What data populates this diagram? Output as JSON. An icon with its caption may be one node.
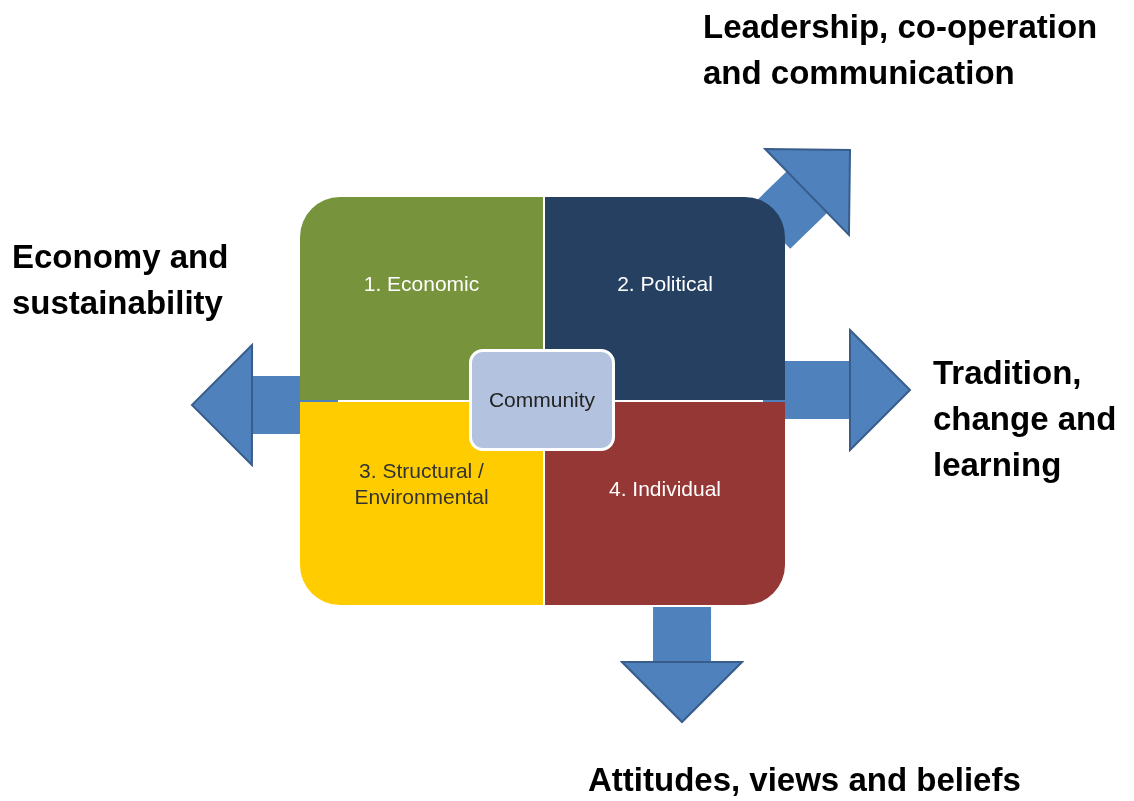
{
  "diagram": {
    "nodes": [
      {
        "text": [
          "1. Economic"
        ]
      },
      {
        "text": [
          "2. Political"
        ]
      },
      {
        "text": [
          "3. Structural / Environmental"
        ]
      },
      {
        "text": [
          "4. Individual"
        ]
      },
      {
        "text": [
          "Community"
        ]
      },
      {
        "text": [
          "Economy and sustainability"
        ]
      },
      {
        "text": [
          "Leadership, co-operation and communication"
        ]
      },
      {
        "text": [
          "Tradition, change and learning"
        ]
      },
      {
        "text": [
          "Attitudes, views and beliefs"
        ]
      }
    ],
    "edges": [
      {
        "from": 2,
        "to": 5,
        "arrow": "to"
      },
      {
        "from": 1,
        "to": 6,
        "arrow": "to"
      },
      {
        "from": 1,
        "to": 7,
        "arrow": "to"
      },
      {
        "from": 3,
        "to": 8,
        "arrow": "to"
      }
    ]
  }
}
